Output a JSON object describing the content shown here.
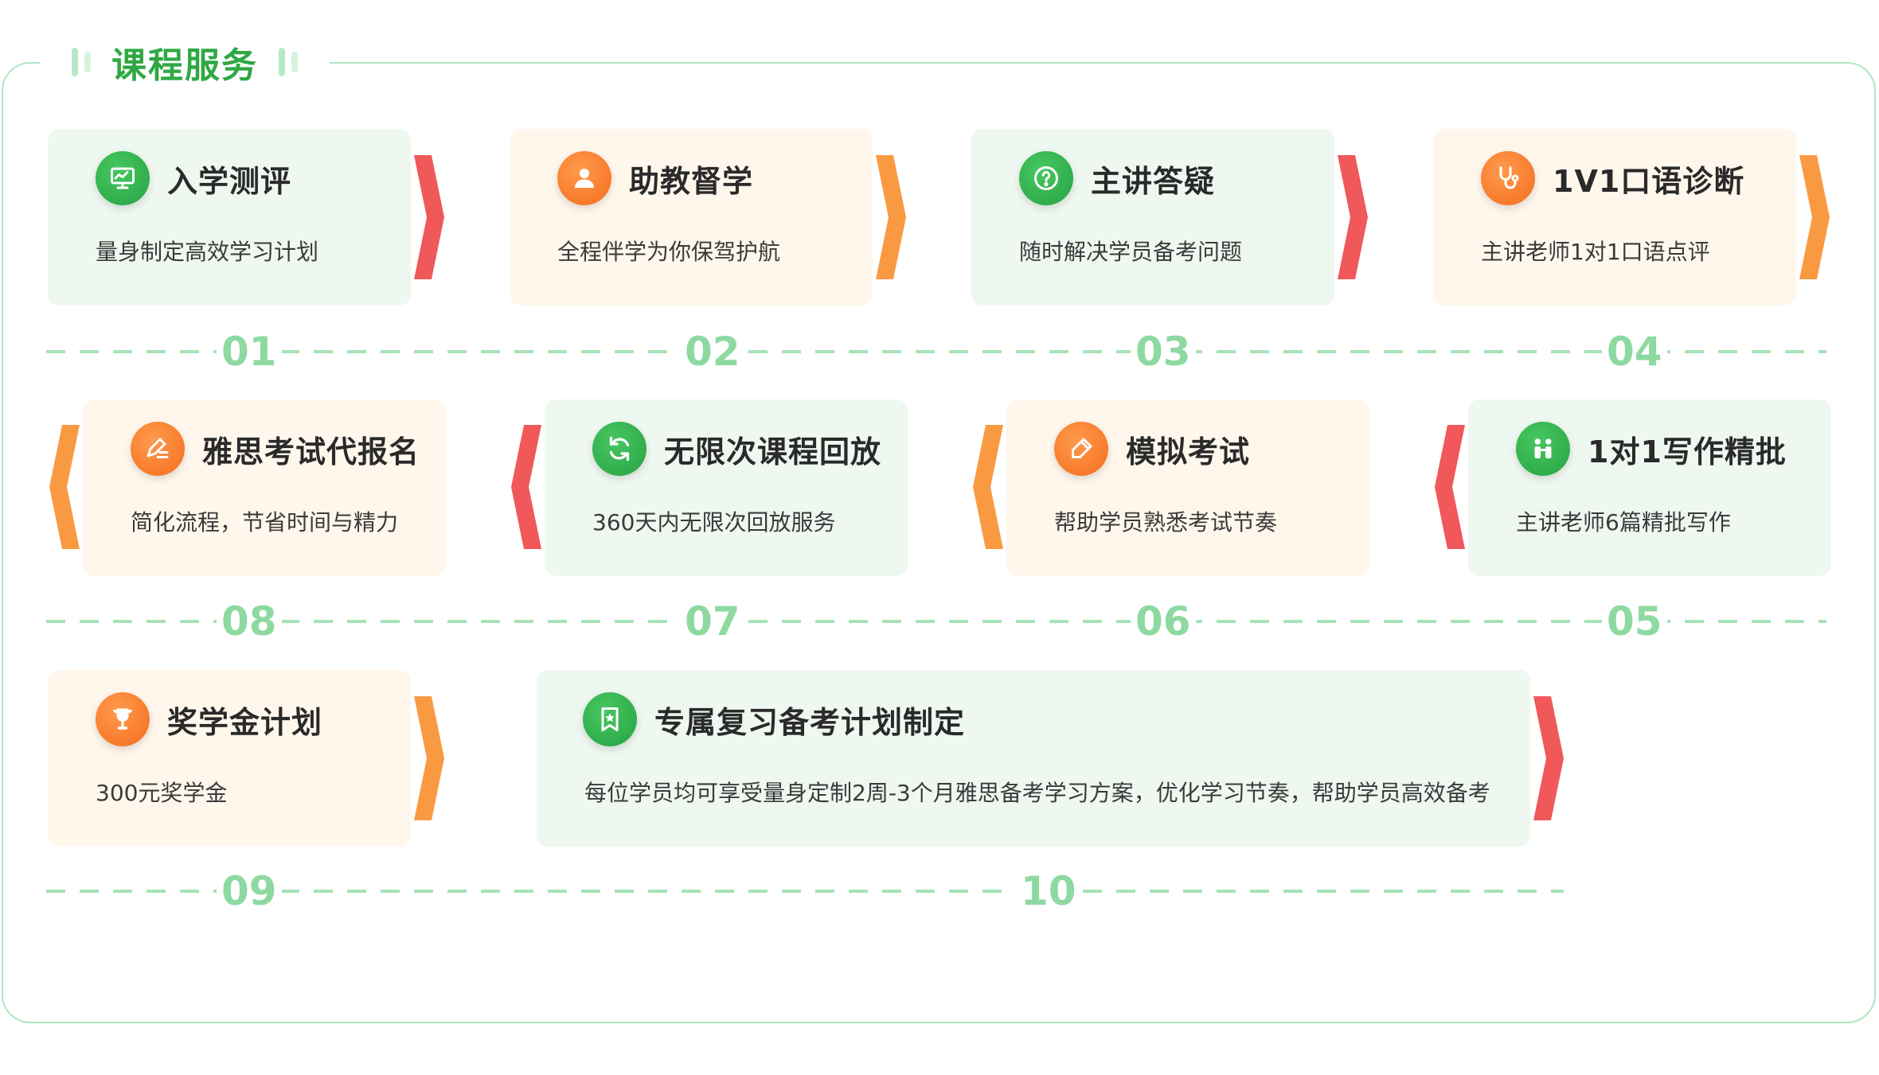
{
  "section": {
    "title": "课程服务"
  },
  "services": [
    {
      "num": "01",
      "title": "入学测评",
      "desc": "量身制定高效学习计划"
    },
    {
      "num": "02",
      "title": "助教督学",
      "desc": "全程伴学为你保驾护航"
    },
    {
      "num": "03",
      "title": "主讲答疑",
      "desc": "随时解决学员备考问题"
    },
    {
      "num": "04",
      "title": "1V1口语诊断",
      "desc": "主讲老师1对1口语点评"
    },
    {
      "num": "05",
      "title": "1对1写作精批",
      "desc": "主讲老师6篇精批写作"
    },
    {
      "num": "06",
      "title": "模拟考试",
      "desc": "帮助学员熟悉考试节奏"
    },
    {
      "num": "07",
      "title": "无限次课程回放",
      "desc": "360天内无限次回放服务"
    },
    {
      "num": "08",
      "title": "雅思考试代报名",
      "desc": "简化流程，节省时间与精力"
    },
    {
      "num": "09",
      "title": "奖学金计划",
      "desc": "300元奖学金"
    },
    {
      "num": "10",
      "title": "专属复习备考计划制定",
      "desc": "每位学员均可享受量身定制2周-3个月雅思备考学习方案，优化学习节奏，帮助学员高效备考"
    }
  ],
  "colors": {
    "green": "#2fa844",
    "orange": "#f47a26",
    "red": "#f0585a",
    "orange_chevron": "#f99a43"
  }
}
